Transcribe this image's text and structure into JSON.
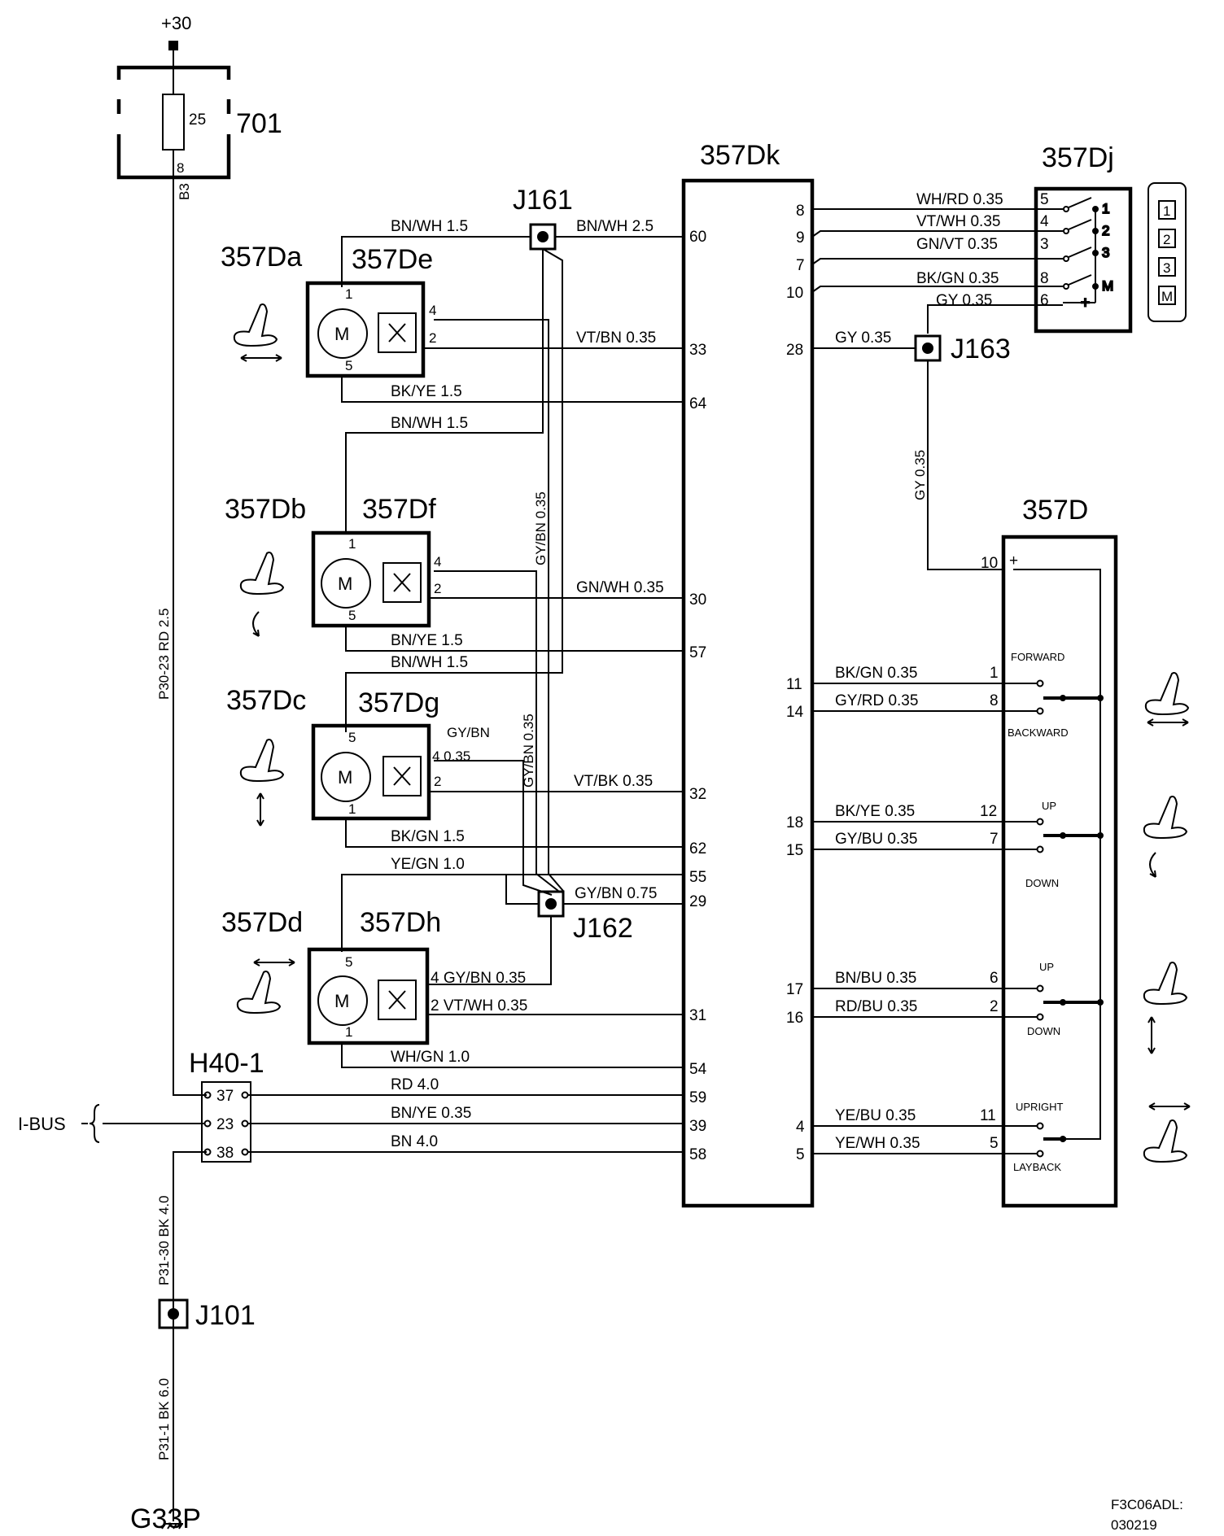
{
  "power": {
    "label": "+30",
    "ground": "G33P"
  },
  "fusebox": {
    "id": "701",
    "fuse": "25",
    "pin": "8",
    "conn": "B3"
  },
  "main_wires": {
    "supply": "P30-23  RD  2.5",
    "ground1": "P31-30  BK  4.0",
    "ground2": "P31-1  BK  6.0"
  },
  "splices": {
    "j161": "J161",
    "j162": "J162",
    "j163": "J163",
    "j101": "J101"
  },
  "connector": {
    "id": "H40-1",
    "bus": "I-BUS",
    "pins": [
      "37",
      "23",
      "38"
    ]
  },
  "modules": {
    "dk": "357Dk",
    "dj": "357Dj",
    "d": "357D"
  },
  "motors": [
    {
      "motor": "357Da",
      "sensor": "357De",
      "top_pin": "1",
      "bottom_pin": "5",
      "sense_a": "4",
      "sense_b": "2"
    },
    {
      "motor": "357Db",
      "sensor": "357Df",
      "top_pin": "1",
      "bottom_pin": "5",
      "sense_a": "4",
      "sense_b": "2"
    },
    {
      "motor": "357Dc",
      "sensor": "357Dg",
      "top_pin": "5",
      "bottom_pin": "1",
      "sense_a": "4",
      "sense_b": "2"
    },
    {
      "motor": "357Dd",
      "sensor": "357Dh",
      "top_pin": "5",
      "bottom_pin": "1",
      "sense_a": "4",
      "sense_b": "2"
    }
  ],
  "motor_symbol": "M",
  "wires_left": [
    {
      "label": "BN/WH   1.5"
    },
    {
      "label": "BN/WH 2.5",
      "pin": "60"
    },
    {
      "label": "VT/BN   0.35",
      "pin": "33"
    },
    {
      "label": "BK/YE    1.5",
      "pin": "64"
    },
    {
      "label": "BN/WH   1.5"
    },
    {
      "label": "GN/WH 0.35",
      "pin": "30"
    },
    {
      "label": "BN/YE    1.5",
      "pin": "57"
    },
    {
      "label": "BN/WH   1.5"
    },
    {
      "label": "VT/BK    0.35",
      "pin": "32"
    },
    {
      "label": "BK/GN    1.5",
      "pin": "62"
    },
    {
      "label": "YE/GN    1.0",
      "pin": "55"
    },
    {
      "label": "GY/BN   0.75",
      "pin": "29"
    },
    {
      "label": "4 GY/BN  0.35"
    },
    {
      "label": "2  VT/WH   0.35",
      "pin": "31"
    },
    {
      "label": "WH/GN    1.0",
      "pin": "54"
    },
    {
      "label": "RD    4.0",
      "pin": "59"
    },
    {
      "label": "BN/YE  0.35",
      "pin": "39"
    },
    {
      "label": "BN    4.0",
      "pin": "58"
    }
  ],
  "vertical_labels": {
    "gybn1": "GY/BN  0.35",
    "gybn2": "GY/BN  0.35",
    "gy": "GY  0.35",
    "dg_a": "GY/BN",
    "dg_b": "4 0.35"
  },
  "dj_wires": [
    {
      "pin": "8",
      "label": "WH/RD  0.35",
      "dj_pin": "5",
      "pos": "1"
    },
    {
      "pin": "9",
      "label": "VT/WH  0.35",
      "dj_pin": "4",
      "pos": "2"
    },
    {
      "pin": "7",
      "label": "GN/VT   0.35",
      "dj_pin": "3",
      "pos": "3"
    },
    {
      "pin": "10",
      "label": "BK/GN   0.35",
      "dj_pin": "8",
      "pos": "M"
    },
    {
      "pin": "",
      "label": "GY   0.35",
      "dj_pin": "6",
      "pos": "+"
    }
  ],
  "memory_buttons": [
    "1",
    "2",
    "3",
    "M"
  ],
  "j163_wire": {
    "pin": "28",
    "label": "GY  0.35"
  },
  "d_plus": {
    "pin": "10",
    "sign": "+"
  },
  "switch_wires": [
    {
      "dk_pin": "11",
      "label": "BK/GN   0.35",
      "d_pin": "1"
    },
    {
      "dk_pin": "14",
      "label": "GY/RD   0.35",
      "d_pin": "8"
    },
    {
      "dk_pin": "18",
      "label": "BK/YE   0.35",
      "d_pin": "12"
    },
    {
      "dk_pin": "15",
      "label": "GY/BU   0.35",
      "d_pin": "7"
    },
    {
      "dk_pin": "17",
      "label": "BN/BU   0.35",
      "d_pin": "6"
    },
    {
      "dk_pin": "16",
      "label": "RD/BU   0.35",
      "d_pin": "2"
    },
    {
      "dk_pin": "4",
      "label": "YE/BU   0.35",
      "d_pin": "11"
    },
    {
      "dk_pin": "5",
      "label": "YE/WH   0.35",
      "d_pin": "5"
    }
  ],
  "switch_labels": [
    "FORWARD",
    "BACKWARD",
    "UP",
    "DOWN",
    "UP",
    "DOWN",
    "UPRIGHT",
    "LAYBACK"
  ],
  "footer": {
    "code": "F3C06ADL:",
    "date": "030219"
  }
}
